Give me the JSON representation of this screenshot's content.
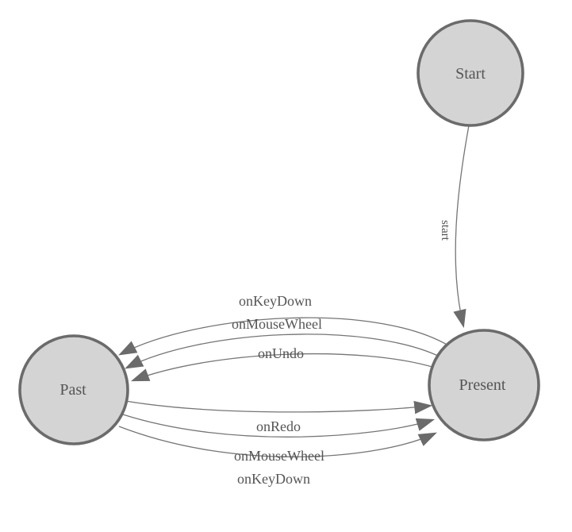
{
  "diagram": {
    "kind": "state-machine",
    "background": "#ffffff",
    "nodes": [
      {
        "id": "start",
        "label": "Start"
      },
      {
        "id": "present",
        "label": "Present"
      },
      {
        "id": "past",
        "label": "Past"
      }
    ],
    "edges": [
      {
        "from": "Start",
        "to": "Present",
        "label": "start"
      },
      {
        "from": "Present",
        "to": "Past",
        "label": "onKeyDown"
      },
      {
        "from": "Present",
        "to": "Past",
        "label": "onMouseWheel"
      },
      {
        "from": "Present",
        "to": "Past",
        "label": "onUndo"
      },
      {
        "from": "Past",
        "to": "Present",
        "label": "onRedo"
      },
      {
        "from": "Past",
        "to": "Present",
        "label": "onMouseWheel"
      },
      {
        "from": "Past",
        "to": "Present",
        "label": "onKeyDown"
      }
    ],
    "colors": {
      "node-fill": "#d4d4d4",
      "node-stroke": "#6b6b6b",
      "edge-stroke": "#757575",
      "arrow-fill": "#6b6b6b",
      "label-color": "#555555",
      "bg": "#ffffff"
    }
  }
}
